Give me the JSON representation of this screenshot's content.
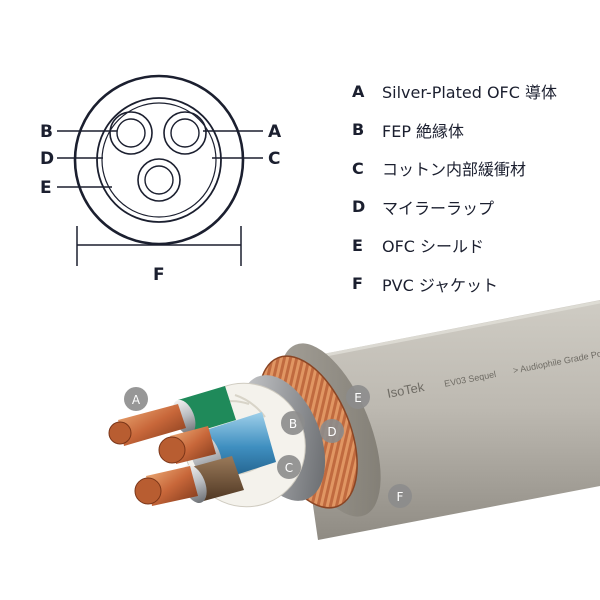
{
  "cross_section": {
    "labels": {
      "a": "A",
      "b": "B",
      "c": "C",
      "d": "D",
      "e": "E",
      "f": "F"
    }
  },
  "legend": [
    {
      "letter": "A",
      "text": "Silver-Plated OFC 導体"
    },
    {
      "letter": "B",
      "text": "FEP 絶縁体"
    },
    {
      "letter": "C",
      "text": "コットン内部緩衝材"
    },
    {
      "letter": "D",
      "text": "マイラーラップ"
    },
    {
      "letter": "E",
      "text": "OFC シールド"
    },
    {
      "letter": "F",
      "text": "PVC ジャケット"
    }
  ],
  "cable": {
    "brand": "IsoTek",
    "model": "EV03 Sequel",
    "tagline": "> Audiophile Grade Pow",
    "badges": {
      "a": "A",
      "b": "B",
      "c": "C",
      "d": "D",
      "e": "E",
      "f": "F"
    }
  },
  "colors": {
    "ink": "#1b1f2f",
    "jacket": "#b9b6ae",
    "copper": "#c8673a",
    "badge": "#8c8c8c"
  }
}
